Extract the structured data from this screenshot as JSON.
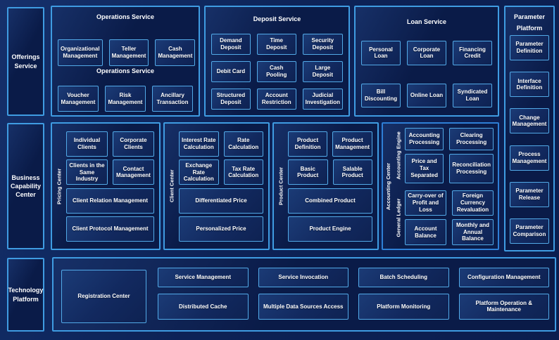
{
  "rail": {
    "offerings": "Offerings Service",
    "business": "Business Capability Center",
    "technology": "Technology Platform"
  },
  "operations": {
    "title": "Operations Service",
    "subtitle": "Operations Service",
    "boxes": [
      "Organizational Management",
      "Teller Management",
      "Cash Management",
      "Voucher Management",
      "Risk Management",
      "Ancillary Transaction"
    ]
  },
  "deposit": {
    "title": "Deposit Service",
    "boxes": [
      "Demand Deposit",
      "Time Deposit",
      "Security Deposit",
      "Debit Card",
      "Cash Pooling",
      "Large Deposit",
      "Structured Deposit",
      "Account Restriction",
      "Judicial Investigation"
    ]
  },
  "loan": {
    "title": "Loan Service",
    "boxes": [
      "Personal Loan",
      "Corporate Loan",
      "Financing Credit",
      "Bill Discounting",
      "Online Loan",
      "Syndicated Loan"
    ]
  },
  "parameter": {
    "title": "Parameter Platform",
    "boxes": [
      "Parameter Definition",
      "Interface Definition",
      "Change Management",
      "Process Management",
      "Parameter Release",
      "Parameter Comparison"
    ]
  },
  "pricing": {
    "label": "Pricing Center",
    "boxes": [
      "Individual Clients",
      "Corporate Clients",
      "Clients in the Same Industry",
      "Contact Management",
      "Client Relation Management",
      "Client Protocol Management"
    ]
  },
  "client": {
    "label": "Client Center",
    "boxes": [
      "Interest Rate Calculation",
      "Rate Calculation",
      "Exchange Rate Calculation",
      "Tax Rate Calculation",
      "Differentiated Price",
      "Personalized Price"
    ]
  },
  "product": {
    "label": "Product Center",
    "boxes": [
      "Product Definition",
      "Product Management",
      "Basic Product",
      "Salable Product",
      "Combined Product",
      "Product Engine"
    ]
  },
  "accounting": {
    "label": "Accounting Center",
    "engine": {
      "label": "Accounting Engine",
      "boxes": [
        "Accounting Processing",
        "Clearing Processing",
        "Price and Tax Separated",
        "Reconciliation Processing"
      ]
    },
    "ledger": {
      "label": "General Ledger",
      "boxes": [
        "Carry-over of Profit and Loss",
        "Foreign Currency Revaluation",
        "Account Balance",
        "Monthly and Annual Balance"
      ]
    }
  },
  "technology": {
    "registration": "Registration Center",
    "boxes": [
      "Service Management",
      "Distributed Cache",
      "Service Invocation",
      "Multiple Data Sources Access",
      "Batch Scheduling",
      "Platform Monitoring",
      "Configuration Management",
      "Platform Operation & Maintenance"
    ]
  },
  "colors": {
    "background": "#0d2257",
    "panel_bg": "#0a1b48",
    "panel_border": "#3f9ce2",
    "accounting_border": "#2e7fd6",
    "box_border": "#52aae8",
    "text": "#ffffff"
  }
}
